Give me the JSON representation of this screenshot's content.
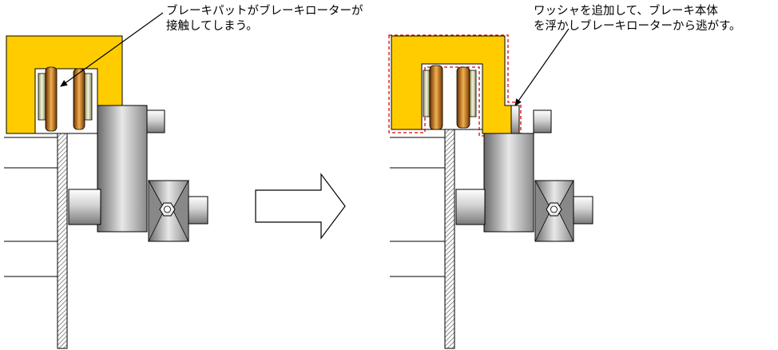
{
  "labels": {
    "before": [
      "ブレーキパットがブレーキローターが",
      "接触してしまう。"
    ],
    "after": [
      "ワッシャを追加して、ブレーキ本体",
      "を浮かしブレーキローターから逃がす。"
    ]
  },
  "colors": {
    "caliper": "#FFCC00",
    "pad": "#C07020",
    "dashed_outline": "#DD0000",
    "outline": "#000000"
  }
}
